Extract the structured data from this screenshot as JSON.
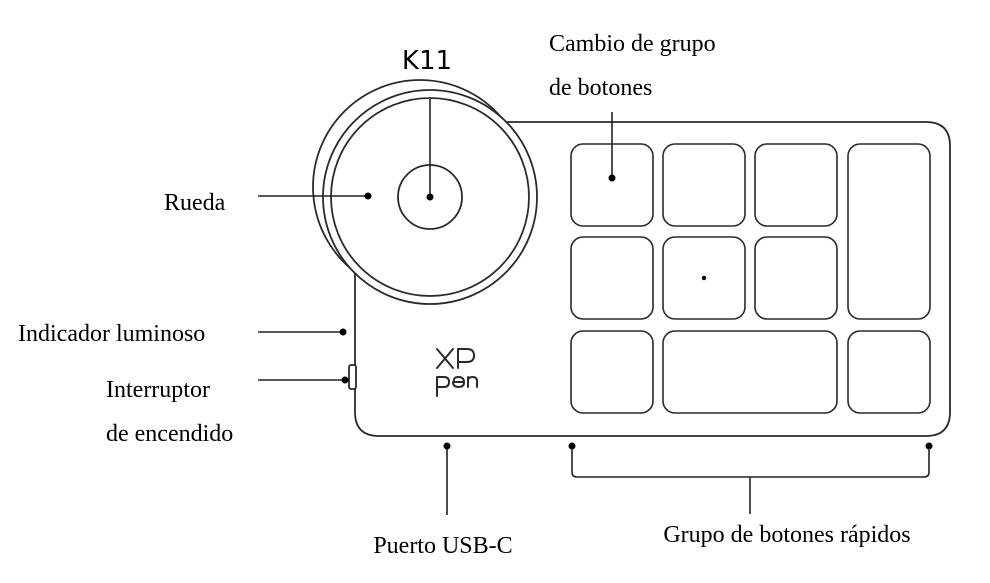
{
  "device": {
    "model": "K11",
    "brand_logo": {
      "top": "XP",
      "bottom": "pen"
    }
  },
  "callouts": {
    "group_switch": [
      "Cambio de grupo",
      "de botones"
    ],
    "wheel": "Rueda",
    "indicator": "Indicador luminoso",
    "power_switch": [
      "Interruptor",
      "de encendido"
    ],
    "usb_port": "Puerto USB-C",
    "quick_keys": "Grupo de botones rápidos"
  },
  "icons": [
    "xppen-logo"
  ]
}
